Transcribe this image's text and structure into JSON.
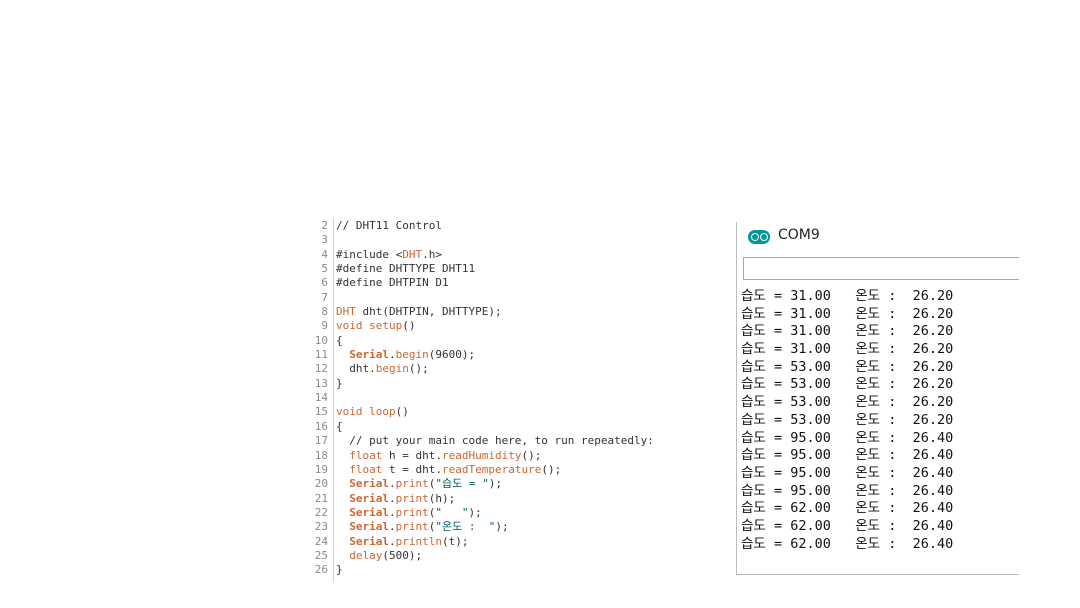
{
  "editor": {
    "line_numbers": [
      "2",
      "3",
      "4",
      "5",
      "6",
      "7",
      "8",
      "9",
      "10",
      "11",
      "12",
      "13",
      "14",
      "15",
      "16",
      "17",
      "18",
      "19",
      "20",
      "21",
      "22",
      "23",
      "24",
      "25",
      "26"
    ],
    "lines": [
      [
        {
          "t": "// DHT11 Control",
          "c": "cm"
        }
      ],
      [
        {
          "t": "",
          "c": ""
        }
      ],
      [
        {
          "t": "#include <",
          "c": ""
        },
        {
          "t": "DHT",
          "c": "kw-n"
        },
        {
          "t": ".h>",
          "c": ""
        }
      ],
      [
        {
          "t": "#define DHTTYPE DHT11",
          "c": ""
        }
      ],
      [
        {
          "t": "#define DHTPIN D1",
          "c": ""
        }
      ],
      [
        {
          "t": "",
          "c": ""
        }
      ],
      [
        {
          "t": "DHT",
          "c": "kw-n"
        },
        {
          "t": " dht(DHTPIN, DHTTYPE);",
          "c": ""
        }
      ],
      [
        {
          "t": "void",
          "c": "kw-n"
        },
        {
          "t": " ",
          "c": ""
        },
        {
          "t": "setup",
          "c": "kw-n"
        },
        {
          "t": "()",
          "c": ""
        }
      ],
      [
        {
          "t": "{",
          "c": ""
        }
      ],
      [
        {
          "t": "  ",
          "c": ""
        },
        {
          "t": "Serial",
          "c": "kw"
        },
        {
          "t": ".",
          "c": ""
        },
        {
          "t": "begin",
          "c": "kw-n"
        },
        {
          "t": "(9600);",
          "c": ""
        }
      ],
      [
        {
          "t": "  dht.",
          "c": ""
        },
        {
          "t": "begin",
          "c": "kw-n"
        },
        {
          "t": "();",
          "c": ""
        }
      ],
      [
        {
          "t": "}",
          "c": ""
        }
      ],
      [
        {
          "t": "",
          "c": ""
        }
      ],
      [
        {
          "t": "void",
          "c": "kw-n"
        },
        {
          "t": " ",
          "c": ""
        },
        {
          "t": "loop",
          "c": "kw-n"
        },
        {
          "t": "()",
          "c": ""
        }
      ],
      [
        {
          "t": "{",
          "c": ""
        }
      ],
      [
        {
          "t": "  // put your main code here, to run repeatedly:",
          "c": "cm"
        }
      ],
      [
        {
          "t": "  ",
          "c": ""
        },
        {
          "t": "float",
          "c": "kw-n"
        },
        {
          "t": " h = dht.",
          "c": ""
        },
        {
          "t": "readHumidity",
          "c": "kw-n"
        },
        {
          "t": "();",
          "c": ""
        }
      ],
      [
        {
          "t": "  ",
          "c": ""
        },
        {
          "t": "float",
          "c": "kw-n"
        },
        {
          "t": " t = dht.",
          "c": ""
        },
        {
          "t": "readTemperature",
          "c": "kw-n"
        },
        {
          "t": "();",
          "c": ""
        }
      ],
      [
        {
          "t": "  ",
          "c": ""
        },
        {
          "t": "Serial",
          "c": "kw"
        },
        {
          "t": ".",
          "c": ""
        },
        {
          "t": "print",
          "c": "kw-n"
        },
        {
          "t": "(",
          "c": ""
        },
        {
          "t": "\"습도 = \"",
          "c": "str"
        },
        {
          "t": ");",
          "c": ""
        }
      ],
      [
        {
          "t": "  ",
          "c": ""
        },
        {
          "t": "Serial",
          "c": "kw"
        },
        {
          "t": ".",
          "c": ""
        },
        {
          "t": "print",
          "c": "kw-n"
        },
        {
          "t": "(h);",
          "c": ""
        }
      ],
      [
        {
          "t": "  ",
          "c": ""
        },
        {
          "t": "Serial",
          "c": "kw"
        },
        {
          "t": ".",
          "c": ""
        },
        {
          "t": "print",
          "c": "kw-n"
        },
        {
          "t": "(",
          "c": ""
        },
        {
          "t": "\"   \"",
          "c": "str"
        },
        {
          "t": ");",
          "c": ""
        }
      ],
      [
        {
          "t": "  ",
          "c": ""
        },
        {
          "t": "Serial",
          "c": "kw"
        },
        {
          "t": ".",
          "c": ""
        },
        {
          "t": "print",
          "c": "kw-n"
        },
        {
          "t": "(",
          "c": ""
        },
        {
          "t": "\"온도 :  \"",
          "c": "str"
        },
        {
          "t": ");",
          "c": ""
        }
      ],
      [
        {
          "t": "  ",
          "c": ""
        },
        {
          "t": "Serial",
          "c": "kw"
        },
        {
          "t": ".",
          "c": ""
        },
        {
          "t": "println",
          "c": "kw-n"
        },
        {
          "t": "(t);",
          "c": ""
        }
      ],
      [
        {
          "t": "  ",
          "c": ""
        },
        {
          "t": "delay",
          "c": "kw-n"
        },
        {
          "t": "(500);",
          "c": ""
        }
      ],
      [
        {
          "t": "}",
          "c": ""
        }
      ]
    ]
  },
  "monitor": {
    "title": "COM9",
    "input_value": "",
    "output": [
      "습도 = 31.00   온도 :  26.20",
      "습도 = 31.00   온도 :  26.20",
      "습도 = 31.00   온도 :  26.20",
      "습도 = 31.00   온도 :  26.20",
      "습도 = 53.00   온도 :  26.20",
      "습도 = 53.00   온도 :  26.20",
      "습도 = 53.00   온도 :  26.20",
      "습도 = 53.00   온도 :  26.20",
      "습도 = 95.00   온도 :  26.40",
      "습도 = 95.00   온도 :  26.40",
      "습도 = 95.00   온도 :  26.40",
      "습도 = 95.00   온도 :  26.40",
      "습도 = 62.00   온도 :  26.40",
      "습도 = 62.00   온도 :  26.40",
      "습도 = 62.00   온도 :  26.40"
    ]
  }
}
